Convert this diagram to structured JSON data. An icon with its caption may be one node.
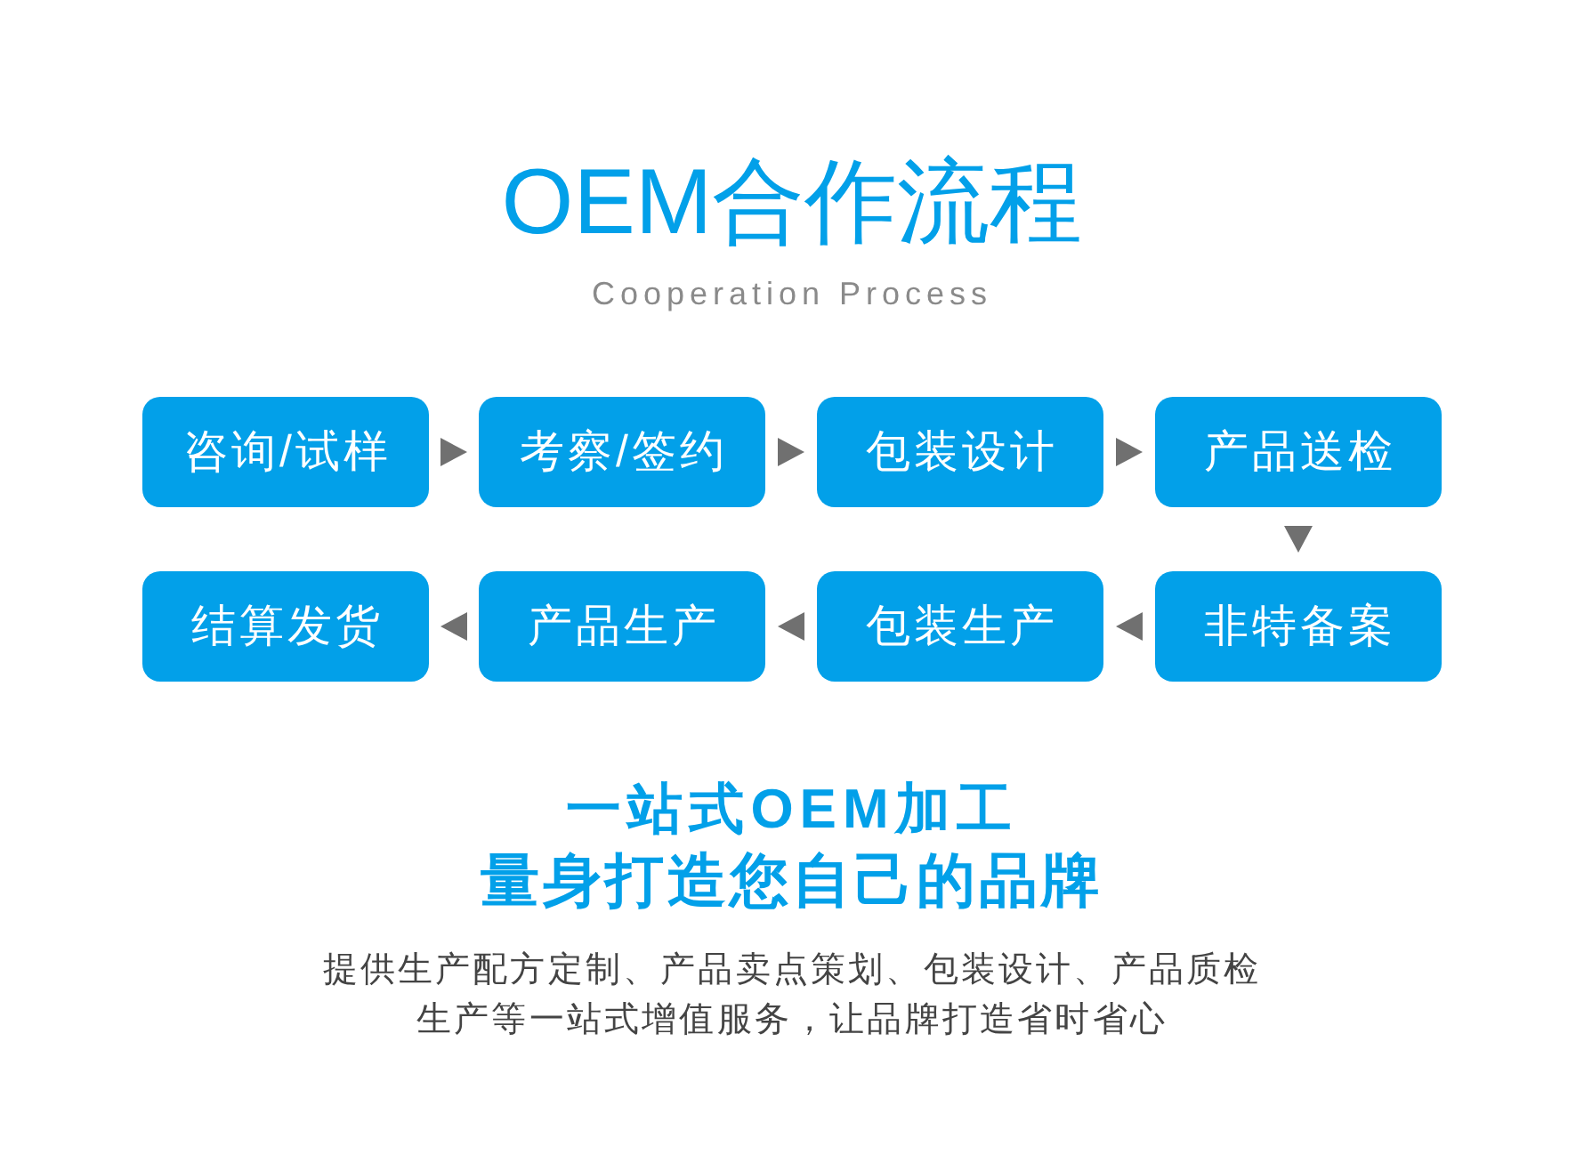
{
  "diagram": {
    "title": "OEM合作流程",
    "nodes": [
      {
        "text": [
          "咨询/试样"
        ]
      },
      {
        "text": [
          "考察/签约"
        ]
      },
      {
        "text": [
          "包装设计"
        ]
      },
      {
        "text": [
          "产品送检"
        ]
      },
      {
        "text": [
          "结算发货"
        ]
      },
      {
        "text": [
          "产品生产"
        ]
      },
      {
        "text": [
          "包装生产"
        ]
      },
      {
        "text": [
          "非特备案"
        ]
      }
    ],
    "edges": [
      {
        "from": 0,
        "to": 1,
        "arrow": "to"
      },
      {
        "from": 1,
        "to": 2,
        "arrow": "to"
      },
      {
        "from": 2,
        "to": 3,
        "arrow": "to"
      },
      {
        "from": 3,
        "to": 7,
        "arrow": "to"
      },
      {
        "from": 7,
        "to": 6,
        "arrow": "to"
      },
      {
        "from": 6,
        "to": 5,
        "arrow": "to"
      },
      {
        "from": 5,
        "to": 4,
        "arrow": "to"
      }
    ],
    "labels": [
      "Cooperation Process",
      "一站式OEM加工",
      "量身打造您自己的品牌",
      "提供生产配方定制、产品卖点策划、包装设计、产品质检生产等一站式增值服务，让品牌打造省时省心"
    ]
  }
}
